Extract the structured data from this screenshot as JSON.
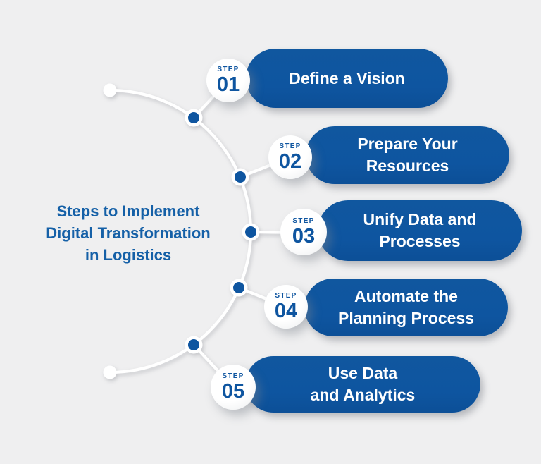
{
  "figure": {
    "title_lines": [
      "Steps to Implement",
      "Digital Transformation",
      "in Logistics"
    ]
  },
  "colors": {
    "background": "#efeff0",
    "primary_blue": "#0e55a0",
    "title_blue": "#1560a7",
    "pill_text": "#ffffff",
    "connector_line": "#ffffff"
  },
  "steps": [
    {
      "step_label": "STEP",
      "number": "01",
      "title_lines": [
        "Define a Vision"
      ]
    },
    {
      "step_label": "STEP",
      "number": "02",
      "title_lines": [
        "Prepare Your",
        "Resources"
      ]
    },
    {
      "step_label": "STEP",
      "number": "03",
      "title_lines": [
        "Unify Data and",
        "Processes"
      ]
    },
    {
      "step_label": "STEP",
      "number": "04",
      "title_lines": [
        "Automate the",
        "Planning Process"
      ]
    },
    {
      "step_label": "STEP",
      "number": "05",
      "title_lines": [
        "Use Data",
        "and Analytics"
      ]
    }
  ]
}
